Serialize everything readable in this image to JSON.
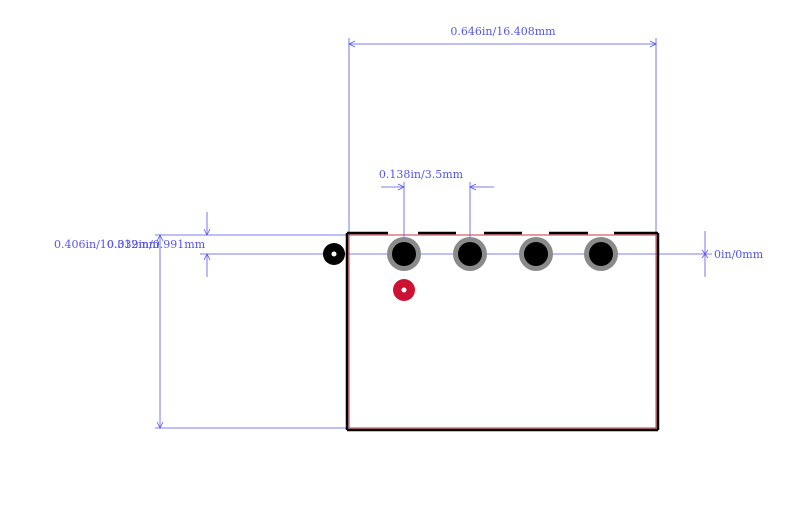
{
  "colors": {
    "dimension": "#5555ee",
    "outline": "#000000",
    "outline_inner": "#cc3344",
    "pad_ring": "#8a8a8a",
    "pad_hole": "#000000",
    "pin1_marker": "#cc1133",
    "background": "#ffffff"
  },
  "dimensions": {
    "overall_width": "0.646in/16.408mm",
    "pitch": "0.138in/3.5mm",
    "body_height": "0.406in/10.312mm",
    "pin_offset": "0.039in/0.991mm",
    "row_offset": "0in/0mm"
  },
  "footprint": {
    "pad_count": 4,
    "has_pin1_marker": true,
    "has_origin_dot": true
  }
}
